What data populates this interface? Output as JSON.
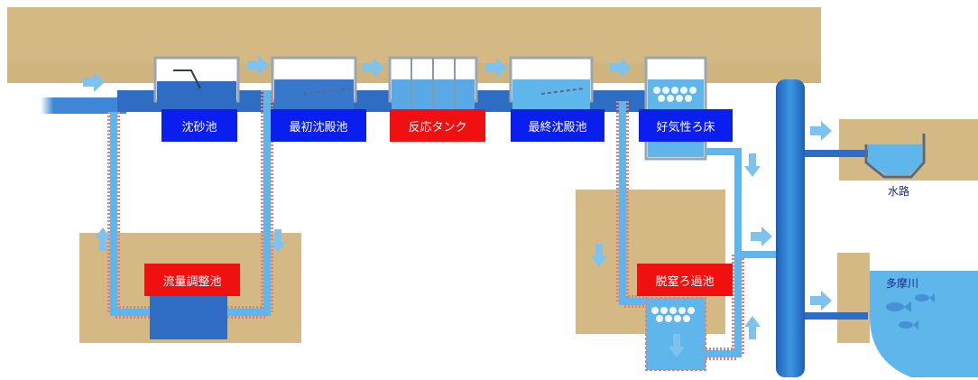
{
  "diagram": {
    "labels": {
      "grit_chamber": "沈砂池",
      "primary_sedimentation": "最初沈殿池",
      "reaction_tank": "反応タンク",
      "final_sedimentation": "最終沈殿池",
      "aerobic_filter": "好気性ろ床",
      "flow_equalization": "流量調整池",
      "denitrification_filter": "脱窒ろ過池",
      "waterway": "水路",
      "tama_river": "多摩川"
    },
    "colors": {
      "ground": "#d2b782",
      "water_dark": "#2f6dc4",
      "water_light": "#5fb6ea",
      "arrow": "#7ec3ee",
      "label_blue": "#0a1ef0",
      "label_red": "#f01010",
      "bypass_outline": "#e08080"
    }
  }
}
